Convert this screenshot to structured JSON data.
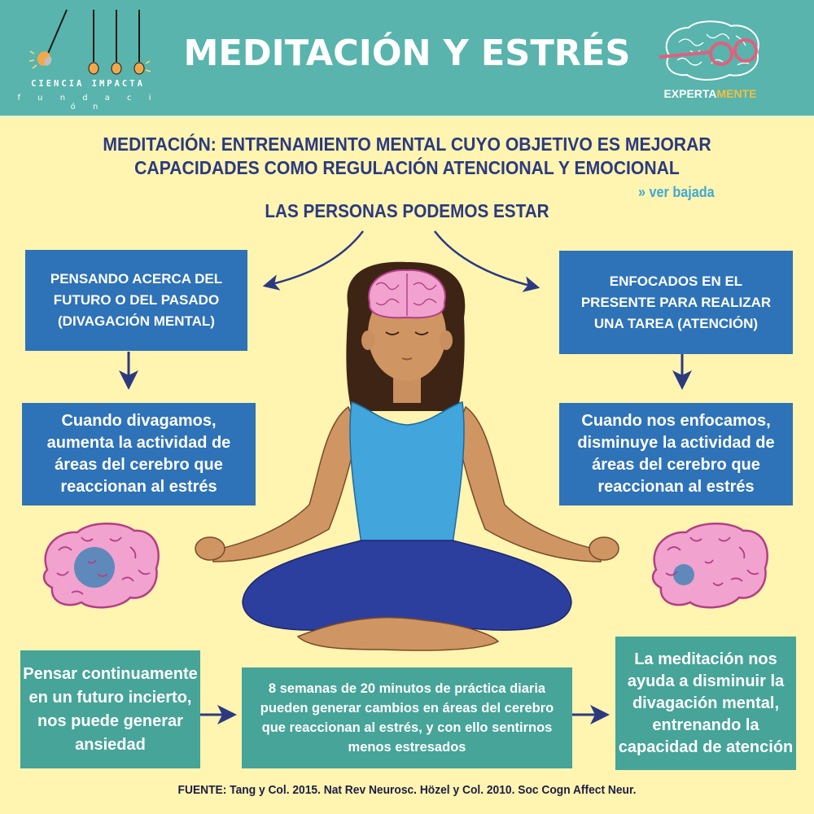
{
  "header": {
    "title": "MEDITACIÓN Y ESTRÉS",
    "left_logo": {
      "name": "CIENCIA IMPACTA",
      "subtitle": "f u n d a c i ó n",
      "icon": "hanging-bulbs-icon"
    },
    "right_logo": {
      "name_part1": "EXPERTA",
      "name_part2": "MENTE",
      "icon": "brain-with-glasses-icon"
    }
  },
  "intro": {
    "definition_line1": "MEDITACIÓN: ENTRENAMIENTO MENTAL CUYO OBJETIVO ES MEJORAR",
    "definition_line2": "CAPACIDADES COMO REGULACIÓN ATENCIONAL Y EMOCIONAL",
    "link": "» ver bajada",
    "branch_heading": "LAS PERSONAS PODEMOS ESTAR"
  },
  "left_branch": {
    "state_lines": [
      "PENSANDO ACERCA DEL",
      "FUTURO O DEL PASADO",
      "(DIVAGACIÓN MENTAL)"
    ],
    "effect_lines": [
      "Cuando divagamos,",
      "aumenta la actividad de",
      "áreas del cerebro que",
      "reaccionan al estrés"
    ],
    "brain_icon": "brain-large-active-area-icon"
  },
  "right_branch": {
    "state_lines": [
      "ENFOCADOS EN EL",
      "PRESENTE PARA REALIZAR",
      "UNA TAREA (ATENCIÓN)"
    ],
    "effect_lines": [
      "Cuando nos enfocamos,",
      "disminuye la actividad de",
      "áreas del cerebro que",
      "reaccionan al estrés"
    ],
    "brain_icon": "brain-small-active-area-icon"
  },
  "center_figure": {
    "icon": "meditating-woman-icon"
  },
  "bottom_flow": [
    {
      "lines": [
        "Pensar continuamente",
        "en un futuro incierto,",
        "nos puede generar",
        "ansiedad"
      ]
    },
    {
      "lines": [
        "8 semanas de 20 minutos de práctica diaria",
        "pueden generar cambios en áreas del cerebro",
        "que reaccionan al estrés, y con ello sentirnos",
        "menos estresados"
      ]
    },
    {
      "lines": [
        "La meditación nos",
        "ayuda a disminuir la",
        "divagación mental,",
        "entrenando la",
        "capacidad de atención"
      ]
    }
  ],
  "footer": "FUENTE: Tang y Col. 2015. Nat Rev Neurosc. Hözel y Col. 2010. Soc Cogn Affect Neur.",
  "colors": {
    "header_bg": "#58b4ac",
    "page_bg": "#fff4b0",
    "blue_box": "#2e72b8",
    "teal_box": "#46a499",
    "heading_text": "#2b3a80",
    "arrow": "#2b3a80",
    "link": "#3fa9d4",
    "accent_yellow": "#f2bf45",
    "brain_pink": "#f1a2cf",
    "brain_outline": "#b23f84"
  }
}
